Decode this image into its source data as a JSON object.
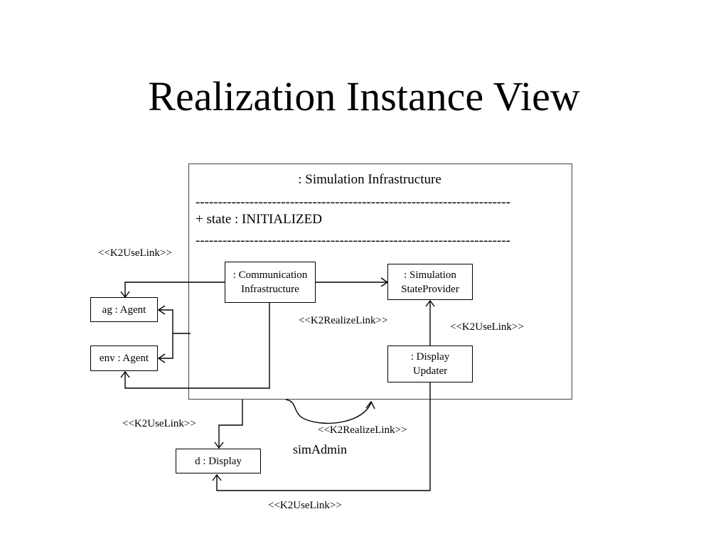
{
  "title": "Realization Instance View",
  "container": {
    "name": ": Simulation Infrastructure",
    "separator": "----------------------------------------------------------------------",
    "attribute": "+ state : INITIALIZED"
  },
  "instances": {
    "comm_infra": {
      "line1": ": Communication",
      "line2": "Infrastructure"
    },
    "state_provider": {
      "line1": ": Simulation",
      "line2": "StateProvider"
    },
    "display_updater": {
      "line1": ": Display",
      "line2": "Updater"
    },
    "ag": {
      "label": "ag : Agent"
    },
    "env": {
      "label": "env : Agent"
    },
    "display": {
      "label": "d : Display"
    }
  },
  "links": {
    "use_agents": "<<K2UseLink>>",
    "realize_inner": "<<K2RealizeLink>>",
    "use_updater": "<<K2UseLink>>",
    "use_display": "<<K2UseLink>>",
    "realize_outer": "<<K2RealizeLink>>",
    "use_bottom": "<<K2UseLink>>"
  },
  "sim_admin": "simAdmin"
}
